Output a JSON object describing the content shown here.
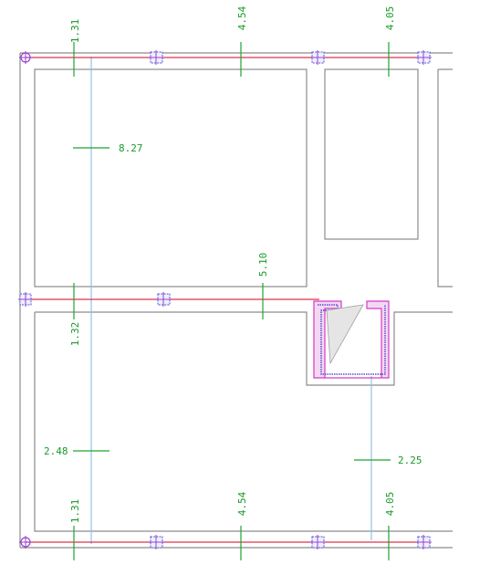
{
  "plan": {
    "top_dims": [
      "1.31",
      "4.54",
      "4.05"
    ],
    "bottom_dims": [
      "1.31",
      "4.54",
      "4.05"
    ],
    "span_labels": {
      "left_upper": "8.27",
      "mid_beam": "5.10",
      "left_mid": "1.32",
      "left_lower": "2.48",
      "right_lower": "2.25"
    },
    "colors": {
      "wall": "#8c8c8c",
      "beam": "#e0304a",
      "axis": "#8fc3ea",
      "dimension": "#1fa52f",
      "column": "#5a4fd0",
      "core_fill": "#e5e5e5",
      "core_outline": "#d23ac8"
    }
  }
}
